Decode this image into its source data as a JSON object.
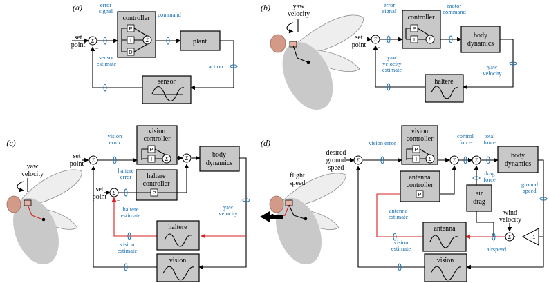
{
  "panels": {
    "a": {
      "letter": "(a)",
      "set_point": [
        "set",
        "point"
      ],
      "controller": "controller",
      "pid": [
        "P",
        "I",
        "D"
      ],
      "plant": "plant",
      "sensor": "sensor",
      "error_signal": [
        "error",
        "signal"
      ],
      "command": "command",
      "sensor_estimate": [
        "sensor",
        "estimate"
      ],
      "action": "action"
    },
    "b": {
      "letter": "(b)",
      "yaw_velocity_top": [
        "yaw",
        "velocity"
      ],
      "set_point": [
        "set",
        "point"
      ],
      "error_signal": [
        "error",
        "signal"
      ],
      "controller": "controller",
      "pi": [
        "P",
        "I"
      ],
      "motor_command": [
        "motor",
        "command"
      ],
      "body_dynamics": [
        "body",
        "dynamics"
      ],
      "yaw_velocity_estimate": [
        "yaw",
        "velocity",
        "estimate"
      ],
      "yaw_velocity_right": [
        "yaw",
        "velocity"
      ],
      "haltere": "haltere"
    },
    "c": {
      "letter": "(c)",
      "yaw_velocity_fly": [
        "yaw",
        "velocity"
      ],
      "set_point_top": [
        "set",
        "point"
      ],
      "vision_error": [
        "vision",
        "error"
      ],
      "vision_controller": [
        "vision",
        "controller"
      ],
      "vc_pi": [
        "P",
        "I"
      ],
      "body_dynamics": [
        "body",
        "dynamics"
      ],
      "haltere_error": [
        "haltere",
        "error"
      ],
      "haltere_controller": [
        "haltere",
        "controller"
      ],
      "hc_p": "P",
      "set_point_mid": [
        "set",
        "point"
      ],
      "yaw_velocity_right": [
        "yaw",
        "velocity"
      ],
      "haltere_estimate": [
        "haltere",
        "estimate"
      ],
      "haltere": "haltere",
      "vision_estimate": [
        "vision",
        "estimate"
      ],
      "vision": "vision"
    },
    "d": {
      "letter": "(d)",
      "desired_ground_speed": [
        "desired",
        "ground",
        "speed"
      ],
      "flight_speed": [
        "flight",
        "speed"
      ],
      "vision_error": [
        "vision error"
      ],
      "vision_controller": [
        "vision",
        "controller"
      ],
      "vc_pi": [
        "P",
        "I"
      ],
      "control_force": [
        "control",
        "force"
      ],
      "total_force": [
        "total",
        "force"
      ],
      "body_dynamics": [
        "body",
        "dynamics"
      ],
      "antenna_controller": [
        "antenna",
        "controller"
      ],
      "ac_p": "P",
      "drag_force": [
        "drag",
        "force"
      ],
      "air_drag": [
        "air",
        "drag"
      ],
      "ground_speed": [
        "ground",
        "speed"
      ],
      "wind_velocity": [
        "wind",
        "velocity"
      ],
      "minus_one": "-1",
      "antenna_estimate": [
        "antenna",
        "estimate"
      ],
      "antenna": "antenna",
      "airspeed": "airspeed",
      "vision_estimate": [
        "vision",
        "estimate"
      ],
      "vision": "vision"
    }
  },
  "symbols": {
    "sum": "Σ",
    "minus": "−"
  },
  "colors": {
    "block_fill": "#c8c8c8",
    "signal_label": "#1a6fb0",
    "antenna_pathway": "#d42020",
    "fly_body": "#c9c9c9"
  }
}
